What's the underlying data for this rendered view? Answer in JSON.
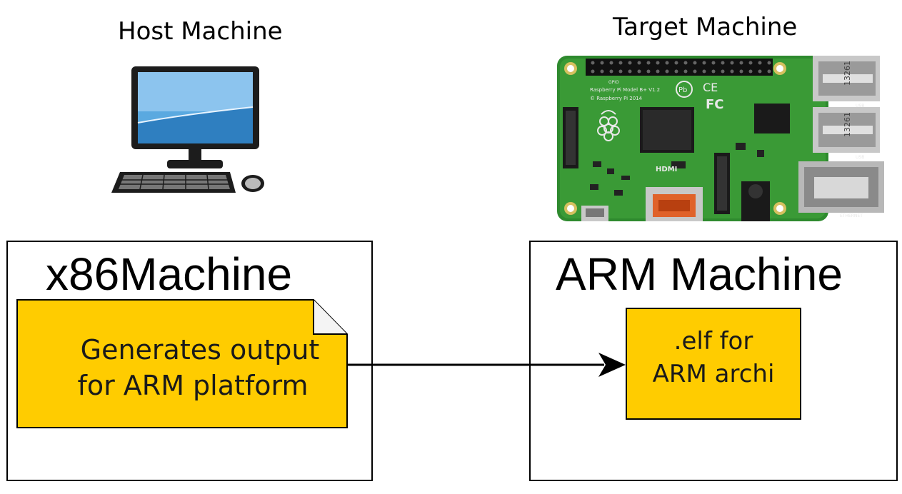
{
  "host": {
    "title": "Host Machine"
  },
  "target": {
    "title": "Target Machine"
  },
  "x86": {
    "title": "x86Machine",
    "note_line1": "Generates output",
    "note_line2": "for ARM platform"
  },
  "arm": {
    "title": "ARM Machine",
    "elf_line1": ".elf for",
    "elf_line2": "ARM archi"
  },
  "board": {
    "label1": "Raspberry Pi Model B+ V1.2",
    "label2": "© Raspberry Pi 2014",
    "hdmi": "HDMI",
    "usb1": "USB",
    "usb2": "USB",
    "ethernet": "ETHERNET",
    "gpio": "GPIO",
    "fc": "FC",
    "ce": "CE",
    "pb": "Pb",
    "usb_code1": "13261",
    "usb_code2": "13261"
  },
  "colors": {
    "note_fill": "#ffcc00",
    "monitor_screen": "#4a9fd8",
    "pcb": "#2e8a2e"
  }
}
